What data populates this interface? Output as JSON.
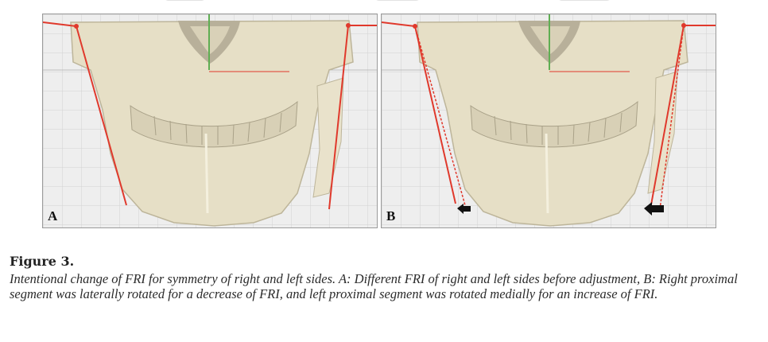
{
  "figure": {
    "title": "Figure 3.",
    "caption": "Intentional change of FRI for symmetry of right and left sides. A: Different FRI of right and left sides before adjustment, B: Right proximal segment was laterally rotated for a decrease of FRI, and left proximal segment was rotated medially for an increase of FRI."
  },
  "panels": [
    {
      "label": "A",
      "image": "skull-model-before-adjustment"
    },
    {
      "label": "B",
      "image": "skull-model-after-adjustment"
    }
  ],
  "colors": {
    "bone": "#e6dfc6",
    "line": "#e0392c",
    "grid": "#d2d2d2",
    "panel_bg": "#eeeeee"
  }
}
